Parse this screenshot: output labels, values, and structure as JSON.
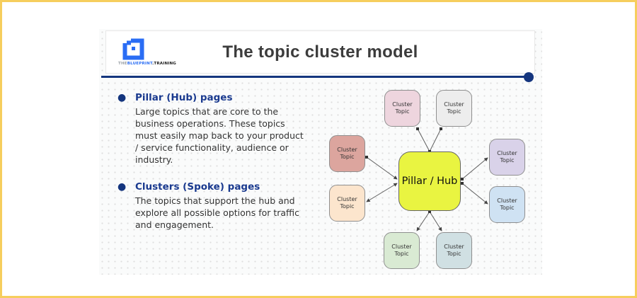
{
  "frame": {
    "border_color": "#f6ce5d"
  },
  "header": {
    "title": "The topic cluster model",
    "logo": {
      "the": "THE",
      "blueprint": "BLUEPRINT",
      "training": ".TRAINING"
    }
  },
  "accent": {
    "rule_color": "#14357e"
  },
  "bullets": [
    {
      "heading": "Pillar (Hub) pages",
      "body": "Large topics that are core to the\nbusiness operations. These topics\nmust easily map back to your product\n/ service functionality, audience or\nindustry."
    },
    {
      "heading": "Clusters (Spoke) pages",
      "body": "The topics that support the hub and\nexplore all possible options for traffic\nand engagement."
    }
  ],
  "diagram": {
    "hub": {
      "label": "Pillar / Hub",
      "color": "#e9f441"
    },
    "clusters": [
      {
        "id": "top-left",
        "label": "Cluster\nTopic",
        "color": "#eed5de"
      },
      {
        "id": "top-right",
        "label": "Cluster\nTopic",
        "color": "#ededed"
      },
      {
        "id": "left-upper",
        "label": "Cluster\nTopic",
        "color": "#dca59e"
      },
      {
        "id": "left-lower",
        "label": "Cluster\nTopic",
        "color": "#fce5cd"
      },
      {
        "id": "right-upper",
        "label": "Cluster\nTopic",
        "color": "#d9d2e9"
      },
      {
        "id": "right-lower",
        "label": "Cluster\nTopic",
        "color": "#cfe2f3"
      },
      {
        "id": "bottom-left",
        "label": "Cluster\nTopic",
        "color": "#d9ead3"
      },
      {
        "id": "bottom-right",
        "label": "Cluster\nTopic",
        "color": "#d0e0e3"
      }
    ]
  }
}
